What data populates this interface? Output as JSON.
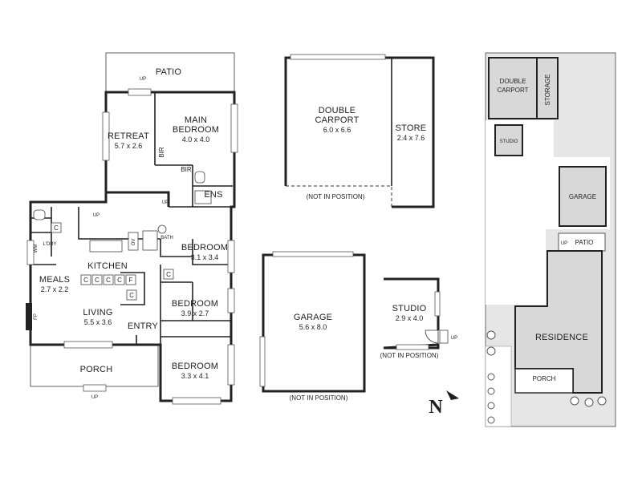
{
  "floorplan": {
    "main": {
      "patio": "PATIO",
      "up": "UP",
      "retreat": {
        "name": "RETREAT",
        "dims": "5.7 x 2.6"
      },
      "main_bedroom": {
        "name_line1": "MAIN",
        "name_line2": "BEDROOM",
        "dims": "4.0 x 4.0"
      },
      "bir": "BIR",
      "ens": "ENS",
      "bedroom_a": {
        "name": "BEDROOM",
        "dims": "3.1 x 3.4"
      },
      "bath": "BATH",
      "ldry": "L'DRY",
      "wm": "WM",
      "ov": "OV",
      "cupboard": "C",
      "kitchen": "KITCHEN",
      "fridge": "F",
      "meals": {
        "name": "MEALS",
        "dims": "2.7 x 2.2"
      },
      "fp": "FP",
      "living": {
        "name": "LIVING",
        "dims": "5.5 x 3.6"
      },
      "entry": "ENTRY",
      "bedroom_b": {
        "name": "BEDROOM",
        "dims": "3.9 x 2.7"
      },
      "bedroom_c": {
        "name": "BEDROOM",
        "dims": "3.3 x 4.1"
      },
      "porch": "PORCH"
    },
    "outbuildings": {
      "double_carport": {
        "name_line1": "DOUBLE",
        "name_line2": "CARPORT",
        "dims": "6.0 x 6.6",
        "note": "(NOT IN POSITION)"
      },
      "store": {
        "name": "STORE",
        "dims": "2.4 x 7.6"
      },
      "garage": {
        "name": "GARAGE",
        "dims": "5.6 x 8.0",
        "note": "(NOT IN POSITION)"
      },
      "studio": {
        "name": "STUDIO",
        "dims": "2.9 x 4.0",
        "note": "(NOT IN POSITION)",
        "up": "UP"
      }
    },
    "site": {
      "double_carport_line1": "DOUBLE",
      "double_carport_line2": "CARPORT",
      "storage": "STORAGE",
      "studio": "STUDIO",
      "garage": "GARAGE",
      "patio": "PATIO",
      "residence": "RESIDENCE",
      "porch": "PORCH",
      "up": "UP"
    },
    "north_label": "N"
  }
}
